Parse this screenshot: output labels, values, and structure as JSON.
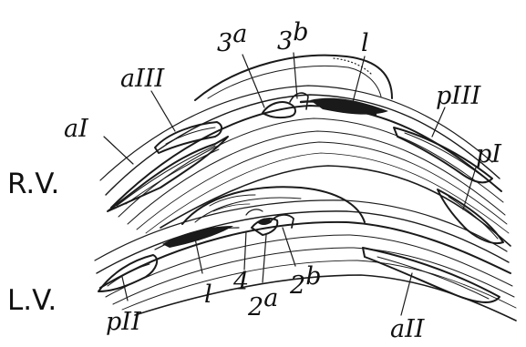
{
  "colors": {
    "ink": "#1a1a1a",
    "paper": "#ffffff"
  },
  "figure": {
    "right_valve": {
      "side_label": "R.V.",
      "labels": {
        "aI": {
          "base": "a",
          "roman": "I"
        },
        "aIII": {
          "base": "a",
          "roman": "III"
        },
        "pIII": {
          "base": "p",
          "roman": "III"
        },
        "pI": {
          "base": "p",
          "roman": "I"
        },
        "l": "l",
        "t3a": {
          "num": "3",
          "sup": "a"
        },
        "t3b": {
          "num": "3",
          "sup": "b"
        }
      }
    },
    "left_valve": {
      "side_label": "L.V.",
      "labels": {
        "pII": {
          "base": "p",
          "roman": "II"
        },
        "aII": {
          "base": "a",
          "roman": "II"
        },
        "l": "l",
        "t4": "4",
        "t2a": {
          "num": "2",
          "sup": "a"
        },
        "t2b": {
          "num": "2",
          "sup": "b"
        }
      }
    }
  }
}
